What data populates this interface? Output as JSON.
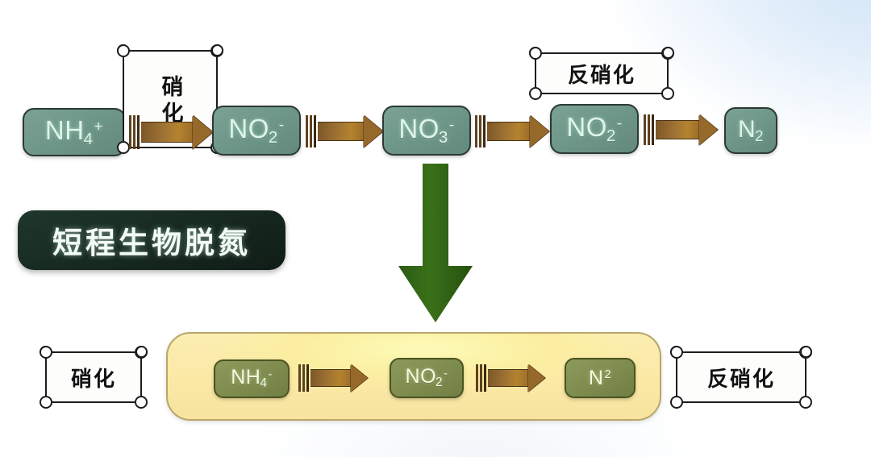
{
  "diagram": {
    "title_pill": {
      "label": "短程生物脱氮"
    },
    "top_pathway": {
      "nodes": [
        {
          "id": "nh4",
          "base": "NH",
          "sub": "4",
          "sup": "+"
        },
        {
          "id": "no2a",
          "base": "NO",
          "sub": "2",
          "sup": "-"
        },
        {
          "id": "no3",
          "base": "NO",
          "sub": "3",
          "sup": "-"
        },
        {
          "id": "no2b",
          "base": "NO",
          "sub": "2",
          "sup": "-"
        },
        {
          "id": "n2",
          "base": "N",
          "sub": "2",
          "sup": ""
        }
      ],
      "labels": {
        "nitrification": "硝化",
        "denitrification": "反硝化"
      }
    },
    "bottom_pathway": {
      "left_label": "硝化",
      "right_label": "反硝化",
      "nodes": [
        {
          "id": "nh4b",
          "base": "NH",
          "sub": "4",
          "sup": "-"
        },
        {
          "id": "no2c",
          "base": "NO",
          "sub": "2",
          "sup": "-"
        },
        {
          "id": "n2b",
          "base": "N",
          "sub": "",
          "sup": "2"
        }
      ]
    },
    "colors": {
      "node_teal": "#6f978a",
      "node_olive": "#7f8d50",
      "arrow_brown": "#9c7033",
      "panel_yellow": "#fbe9a6",
      "pill_dark_green": "#16281f",
      "big_arrow_green": "#2e6016",
      "background": "#ffffff"
    }
  }
}
